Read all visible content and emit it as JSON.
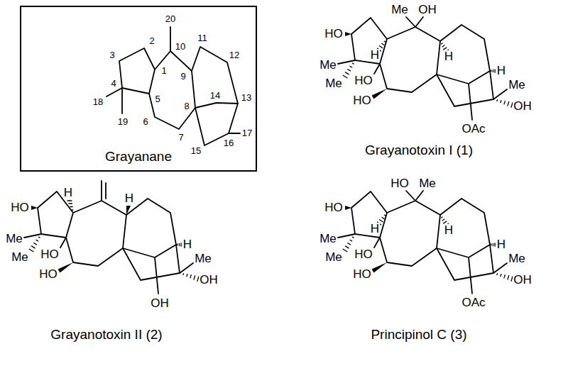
{
  "diagram": {
    "nodes": [
      {
        "text": [
          "Grayanane"
        ]
      }
    ],
    "labels": [
      "20",
      "2",
      "1",
      "10",
      "11",
      "12",
      "3",
      "9",
      "18",
      "4",
      "5",
      "14",
      "13",
      "19",
      "6",
      "8",
      "7",
      "15",
      "16",
      "17",
      "HO",
      "Me",
      "OH",
      "H",
      "H",
      "Me",
      "Me",
      "HO",
      "HO",
      "H",
      "Me",
      "OH",
      "OAc",
      "Grayanotoxin I (1)",
      "HO",
      "H",
      "H",
      "Me",
      "Me",
      "HO",
      "HO",
      "H",
      "Me",
      "OH",
      "OH",
      "Grayanotoxin II (2)",
      "HO",
      "Me",
      "HO",
      "H",
      "H",
      "Me",
      "Me",
      "HO",
      "HO",
      "H",
      "Me",
      "OH",
      "OAc",
      "Principinol C (3)"
    ]
  }
}
